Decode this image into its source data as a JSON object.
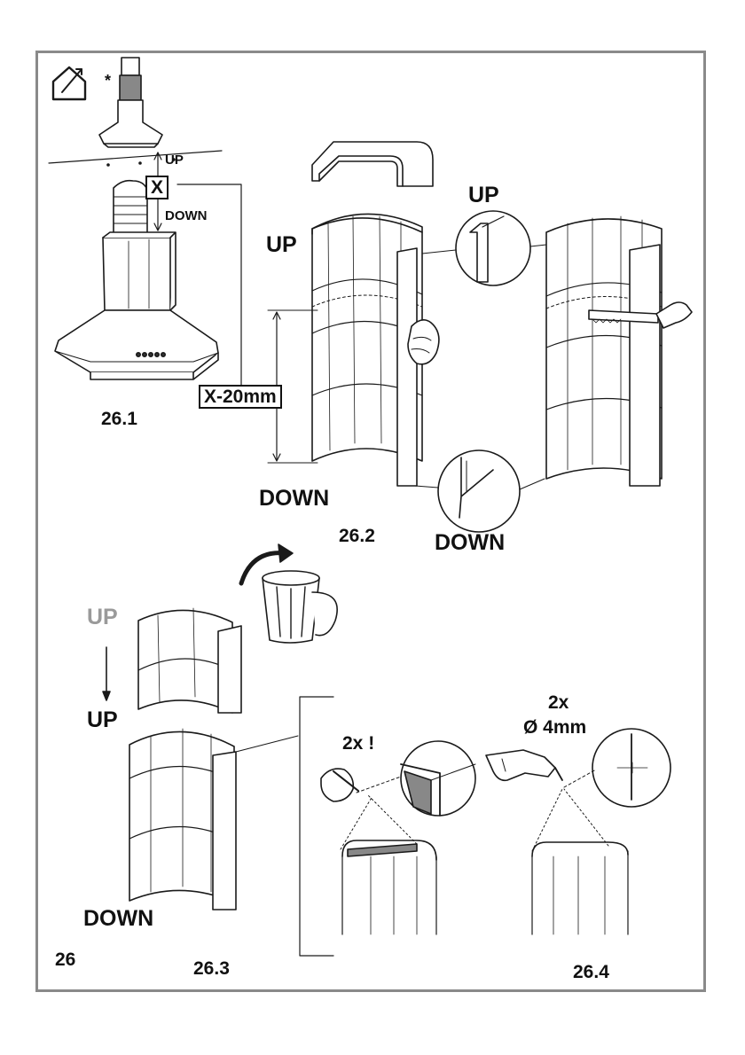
{
  "panel": {
    "number": "26",
    "star": "*",
    "steps": {
      "s1": "26.1",
      "s2": "26.2",
      "s3": "26.3",
      "s4": "26.4"
    },
    "step1": {
      "up": "UP",
      "x": "X",
      "down": "DOWN",
      "measure": "X-20mm"
    },
    "step2": {
      "up_left": "UP",
      "down_left": "DOWN",
      "up_zoom": "UP",
      "down_zoom": "DOWN"
    },
    "step3": {
      "up_grey": "UP",
      "up": "UP",
      "down": "DOWN"
    },
    "step4": {
      "mark_count": "2x !",
      "drill_count": "2x",
      "drill_size": "Ø 4mm"
    }
  },
  "colors": {
    "frame": "#8a8a8a",
    "line": "#1a1a1a",
    "grey_text": "#9a9a9a",
    "shade": "#888888"
  }
}
